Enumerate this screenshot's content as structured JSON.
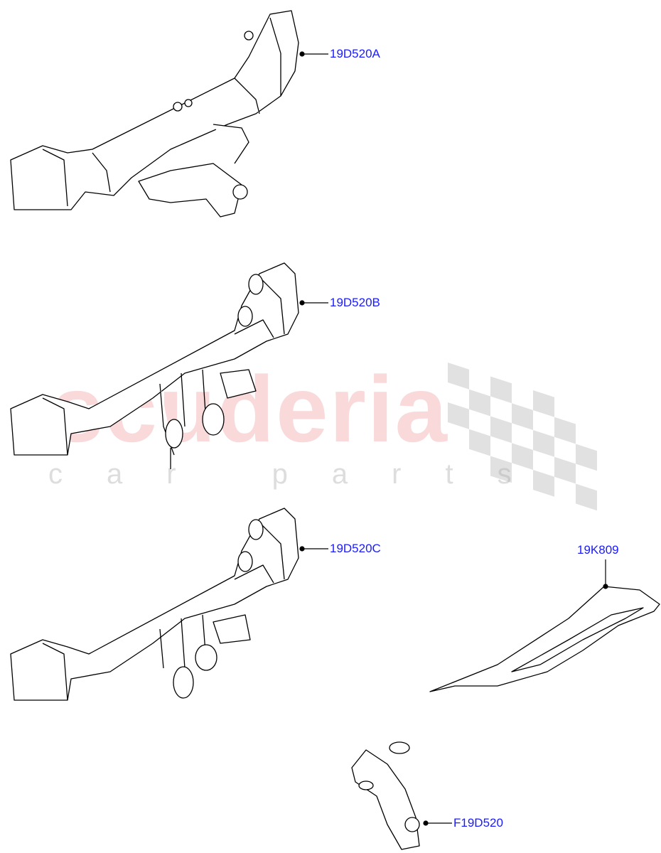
{
  "watermark": {
    "main": "scuderia",
    "sub": "car parts"
  },
  "callouts": [
    {
      "id": "19D520A",
      "label": "19D520A"
    },
    {
      "id": "19D520B",
      "label": "19D520B"
    },
    {
      "id": "19D520C",
      "label": "19D520C"
    },
    {
      "id": "19K809",
      "label": "19K809"
    },
    {
      "id": "F19D520",
      "label": "F19D520"
    }
  ],
  "colors": {
    "callout": "#1a1aff",
    "line": "#000000",
    "watermark": "#ee8c8c"
  }
}
